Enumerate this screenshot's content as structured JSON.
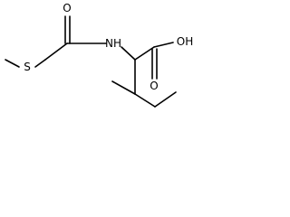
{
  "molecule": {
    "atoms": {
      "sulfur": "S",
      "carbonyl_oxygen": "O",
      "amide_nitrogen": "NH",
      "hydroxyl": "OH",
      "acid_oxygen": "O"
    },
    "line_color": "#000000",
    "background": "#ffffff"
  }
}
